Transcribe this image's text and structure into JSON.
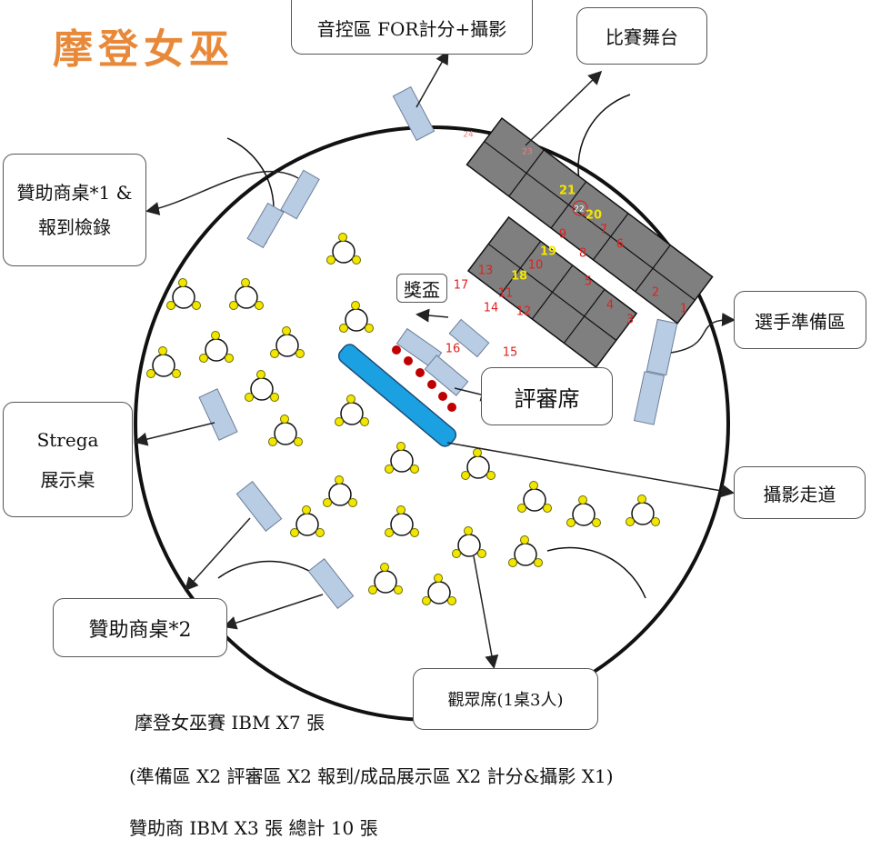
{
  "title": "摩登女巫",
  "labels": {
    "audio": "音控區 FOR計分+攝影",
    "stage": "比賽舞台",
    "sponsor1_line1": "贊助商桌*1 &",
    "sponsor1_line2": "報到檢錄",
    "prep": "選手準備區",
    "trophy": "獎盃",
    "judges": "評審席",
    "strega_line1": "Strega",
    "strega_line2": "展示桌",
    "photo": "攝影走道",
    "sponsor2": "贊助商桌*2",
    "audience": "觀眾席(1桌3人)"
  },
  "seat_numbers": [
    "1",
    "2",
    "3",
    "4",
    "5",
    "6",
    "7",
    "8",
    "9",
    "10",
    "11",
    "12",
    "13",
    "14",
    "15",
    "16",
    "17",
    "18",
    "19",
    "20",
    "21",
    "22",
    "23",
    "24"
  ],
  "notes": [
    "摩登女巫賽 IBM X7 張",
    "(準備區 X2 評審區 X2 報到/成品展示區 X2 計分&攝影 X1)",
    "贊助商 IBM X3 張  總計 10 張"
  ],
  "colors": {
    "title": "#e8893a",
    "table_fill": "#b8cce4",
    "stage_fill": "#7f7f7f",
    "judge_bar": "#1ba1e2",
    "seat_yellow": "#f2e600",
    "judge_seat": "#c00000",
    "number_red": "#e02020",
    "number_yellow": "#f2e600",
    "number_pink": "#f08080"
  }
}
